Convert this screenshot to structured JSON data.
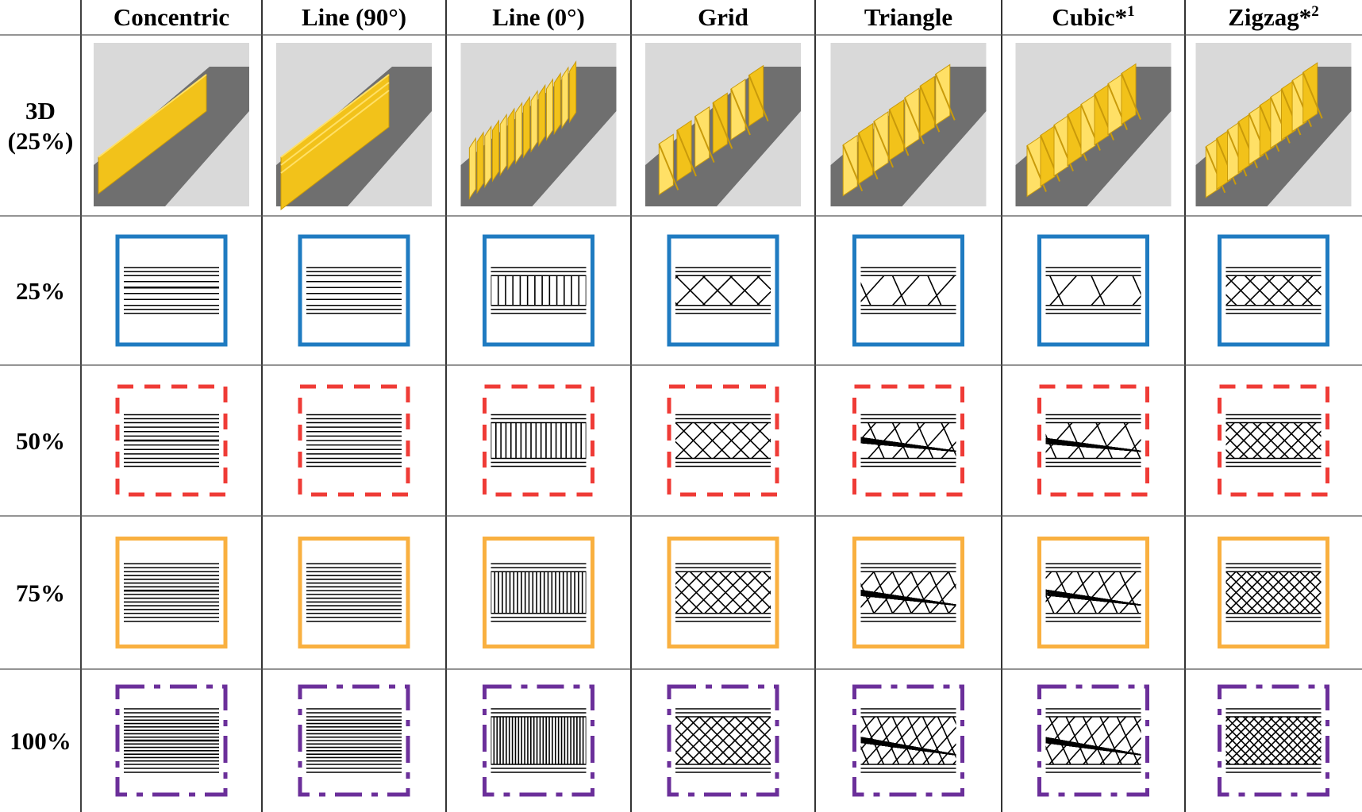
{
  "columns": [
    {
      "label": "Concentric",
      "key": "concentric",
      "sup": ""
    },
    {
      "label": "Line (90°)",
      "key": "line90",
      "sup": ""
    },
    {
      "label": "Line (0°)",
      "key": "line0",
      "sup": ""
    },
    {
      "label": "Grid",
      "key": "grid",
      "sup": ""
    },
    {
      "label": "Triangle",
      "key": "triangle",
      "sup": ""
    },
    {
      "label": "Cubic*",
      "key": "cubic",
      "sup": "1"
    },
    {
      "label": "Zigzag*",
      "key": "zigzag",
      "sup": "2"
    }
  ],
  "rows": [
    {
      "label_lines": [
        "3D",
        "(25%)"
      ],
      "type": "render",
      "density": 0.25
    },
    {
      "label_lines": [
        "25%"
      ],
      "type": "pattern",
      "density": 0.25,
      "frame_style": "solid",
      "frame_color": "#1f7bc1"
    },
    {
      "label_lines": [
        "50%"
      ],
      "type": "pattern",
      "density": 0.5,
      "frame_style": "dashed",
      "frame_color": "#ef3b36"
    },
    {
      "label_lines": [
        "75%"
      ],
      "type": "pattern",
      "density": 0.75,
      "frame_style": "solid",
      "frame_color": "#f9b040"
    },
    {
      "label_lines": [
        "100%"
      ],
      "type": "pattern",
      "density": 1.0,
      "frame_style": "dash-dot",
      "frame_color": "#6b2f9a"
    }
  ],
  "colors": {
    "grid_lines": "#000000",
    "render_background": "#d9d9d9",
    "render_channel": "#6f6f6f",
    "infill_yellow": "#f2c21a",
    "infill_yellow_dark": "#c99a0a",
    "infill_yellow_light": "#ffe066"
  }
}
